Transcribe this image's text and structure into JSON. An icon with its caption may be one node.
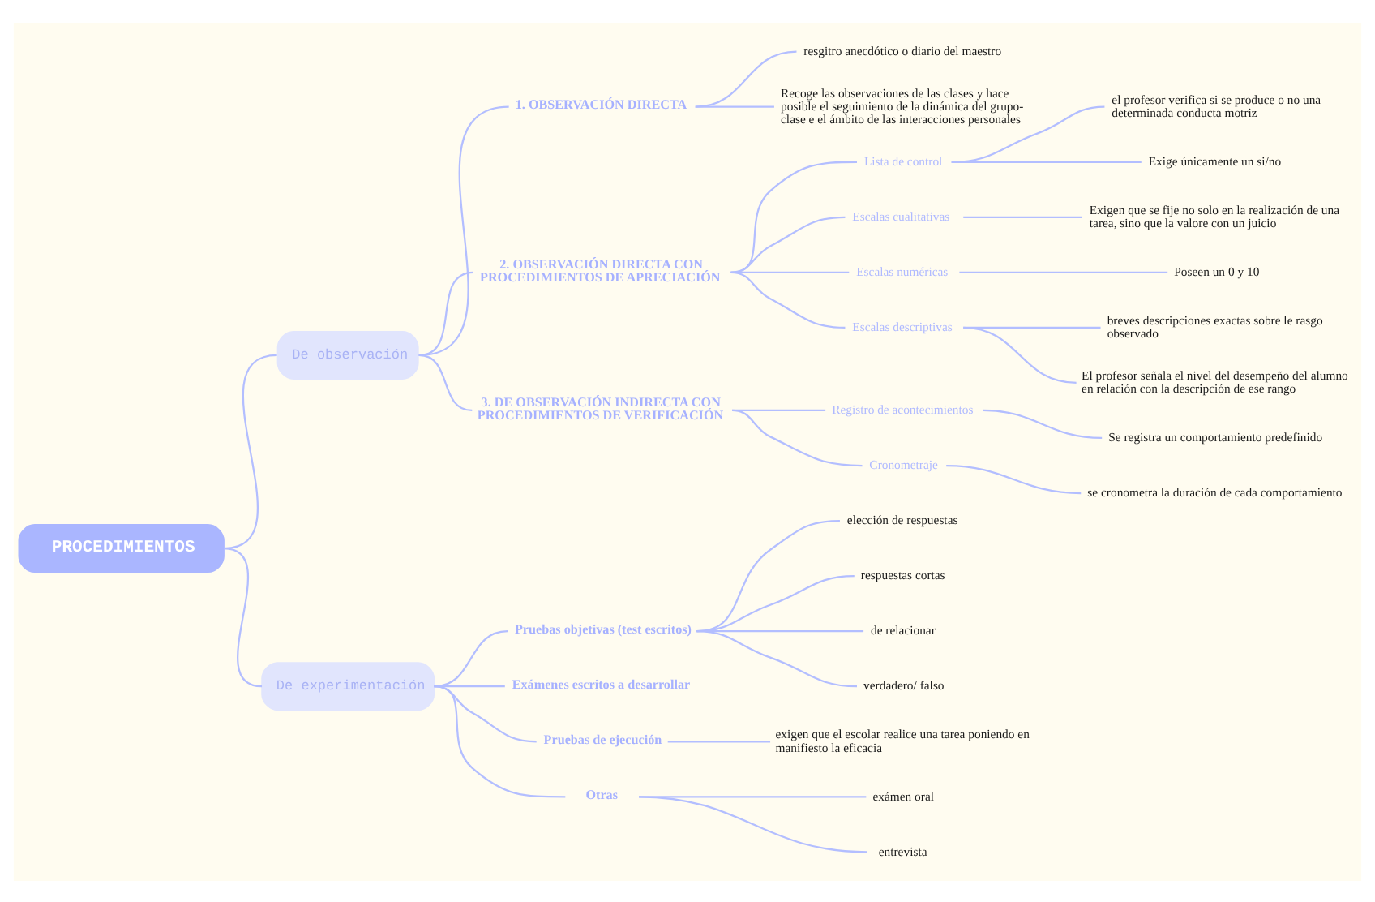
{
  "diagram": {
    "nodes": [
      {
        "text": [
          "PROCEDIMIENTOS"
        ]
      },
      {
        "text": [
          "De observación"
        ]
      },
      {
        "text": [
          "1. OBSERVACIÓN DIRECTA"
        ]
      },
      {
        "text": [
          "resgitro anecdótico o diario del maestro"
        ]
      },
      {
        "text": [
          "Recoge las observaciones de las clases y hace posible el seguimiento de la dinámica del grupo-clase e el ámbito de las interacciones personales"
        ]
      },
      {
        "text": [
          "2. OBSERVACIÓN DIRECTA CON PROCEDIMIENTOS DE APRECIACIÓN"
        ]
      },
      {
        "text": [
          "Lista de control"
        ]
      },
      {
        "text": [
          "el profesor verifica si se produce o no una determinada conducta motriz"
        ]
      },
      {
        "text": [
          "Exige únicamente un si/no"
        ]
      },
      {
        "text": [
          "Escalas cualitativas"
        ]
      },
      {
        "text": [
          "Exigen que se fije no solo en la realización de una tarea, sino que la valore con un juicio"
        ]
      },
      {
        "text": [
          "Escalas numéricas"
        ]
      },
      {
        "text": [
          "Poseen un 0 y 10"
        ]
      },
      {
        "text": [
          "Escalas descriptivas"
        ]
      },
      {
        "text": [
          "breves descripciones exactas sobre le rasgo observado"
        ]
      },
      {
        "text": [
          "El profesor señala el nivel del desempeño del alumno en relación con la descripción de ese rango"
        ]
      },
      {
        "text": [
          "3. DE OBSERVACIÓN INDIRECTA CON PROCEDIMIENTOS DE VERIFICACIÓN"
        ]
      },
      {
        "text": [
          "Registro de acontecimientos"
        ]
      },
      {
        "text": [
          "Se registra un comportamiento predefinido"
        ]
      },
      {
        "text": [
          "Cronometraje"
        ]
      },
      {
        "text": [
          "se cronometra la duración de cada comportamiento"
        ]
      },
      {
        "text": [
          "De experimentación"
        ]
      },
      {
        "text": [
          "Pruebas objetivas (test escritos)"
        ]
      },
      {
        "text": [
          "elección de respuestas"
        ]
      },
      {
        "text": [
          "respuestas cortas"
        ]
      },
      {
        "text": [
          "de relacionar"
        ]
      },
      {
        "text": [
          "verdadero/ falso"
        ]
      },
      {
        "text": [
          "Exámenes escritos a desarrollar"
        ]
      },
      {
        "text": [
          "Pruebas de ejecución"
        ]
      },
      {
        "text": [
          "exigen que el escolar realice una tarea poniendo en manifiesto la eficacia"
        ]
      },
      {
        "text": [
          "Otras"
        ]
      },
      {
        "text": [
          "exámen oral"
        ]
      },
      {
        "text": [
          "entrevista"
        ]
      }
    ],
    "edges": [
      {
        "from": 0,
        "to": 1,
        "arrow": "none"
      },
      {
        "from": 1,
        "to": 2,
        "arrow": "none"
      },
      {
        "from": 2,
        "to": 3,
        "arrow": "none"
      },
      {
        "from": 2,
        "to": 4,
        "arrow": "none"
      },
      {
        "from": 1,
        "to": 5,
        "arrow": "none"
      },
      {
        "from": 5,
        "to": 6,
        "arrow": "none"
      },
      {
        "from": 6,
        "to": 7,
        "arrow": "none"
      },
      {
        "from": 6,
        "to": 8,
        "arrow": "none"
      },
      {
        "from": 5,
        "to": 9,
        "arrow": "none"
      },
      {
        "from": 9,
        "to": 10,
        "arrow": "none"
      },
      {
        "from": 5,
        "to": 11,
        "arrow": "none"
      },
      {
        "from": 11,
        "to": 12,
        "arrow": "none"
      },
      {
        "from": 5,
        "to": 13,
        "arrow": "none"
      },
      {
        "from": 13,
        "to": 14,
        "arrow": "none"
      },
      {
        "from": 13,
        "to": 15,
        "arrow": "none"
      },
      {
        "from": 1,
        "to": 16,
        "arrow": "none"
      },
      {
        "from": 16,
        "to": 17,
        "arrow": "none"
      },
      {
        "from": 17,
        "to": 18,
        "arrow": "none"
      },
      {
        "from": 16,
        "to": 19,
        "arrow": "none"
      },
      {
        "from": 19,
        "to": 20,
        "arrow": "none"
      },
      {
        "from": 0,
        "to": 21,
        "arrow": "none"
      },
      {
        "from": 21,
        "to": 22,
        "arrow": "none"
      },
      {
        "from": 22,
        "to": 23,
        "arrow": "none"
      },
      {
        "from": 22,
        "to": 24,
        "arrow": "none"
      },
      {
        "from": 22,
        "to": 25,
        "arrow": "none"
      },
      {
        "from": 22,
        "to": 26,
        "arrow": "none"
      },
      {
        "from": 21,
        "to": 27,
        "arrow": "none"
      },
      {
        "from": 21,
        "to": 28,
        "arrow": "none"
      },
      {
        "from": 28,
        "to": 29,
        "arrow": "none"
      },
      {
        "from": 21,
        "to": 30,
        "arrow": "none"
      },
      {
        "from": 30,
        "to": 31,
        "arrow": "none"
      },
      {
        "from": 30,
        "to": 32,
        "arrow": "none"
      }
    ]
  }
}
